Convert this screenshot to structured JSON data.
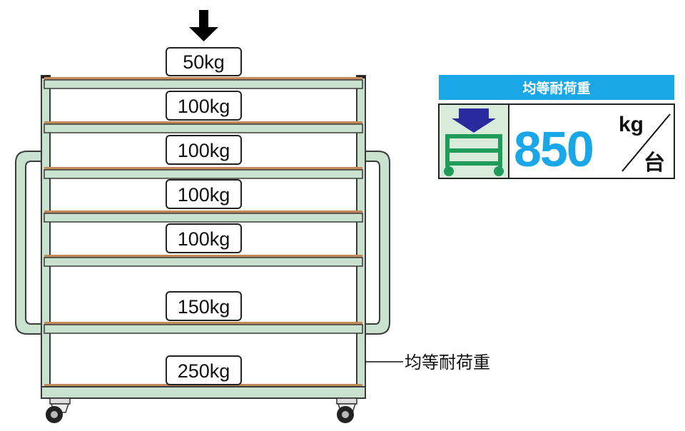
{
  "diagram": {
    "top_load": "50kg",
    "shelf_loads": [
      "100kg",
      "100kg",
      "100kg",
      "100kg",
      "150kg",
      "250kg"
    ],
    "callout_label": "均等耐荷重"
  },
  "badge": {
    "title": "均等耐荷重",
    "value": "850",
    "unit_top": "kg",
    "unit_bottom": "台",
    "colors": {
      "header": "#1aa7e8",
      "value": "#1aa7e8",
      "cart_icon": "#1f9c5a",
      "arrow": "#2a2a9e",
      "cart_bg": "#d9ecdb"
    }
  },
  "colors": {
    "frame_fill": "#c9e2cf",
    "frame_stroke": "#3b3b3b",
    "shelf_edge": "#c08a5a"
  },
  "icons": [
    "down-arrow-icon",
    "caster-icon",
    "cart-icon"
  ]
}
